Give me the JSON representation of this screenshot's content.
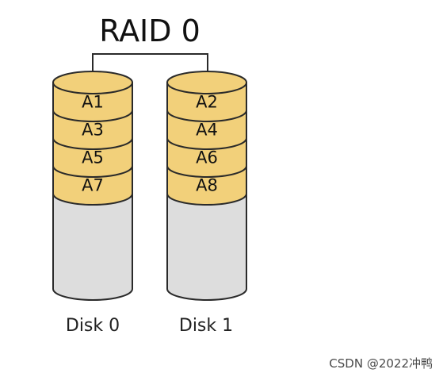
{
  "title": "RAID 0",
  "disks": [
    {
      "label": "Disk 0",
      "blocks": [
        "A1",
        "A3",
        "A5",
        "A7"
      ]
    },
    {
      "label": "Disk 1",
      "blocks": [
        "A2",
        "A4",
        "A6",
        "A8"
      ]
    }
  ],
  "watermark": "CSDN @2022冲鸭",
  "colors": {
    "block_fill": "#f2d07a",
    "empty_fill": "#dddddd",
    "stroke": "#2a2a2a"
  }
}
